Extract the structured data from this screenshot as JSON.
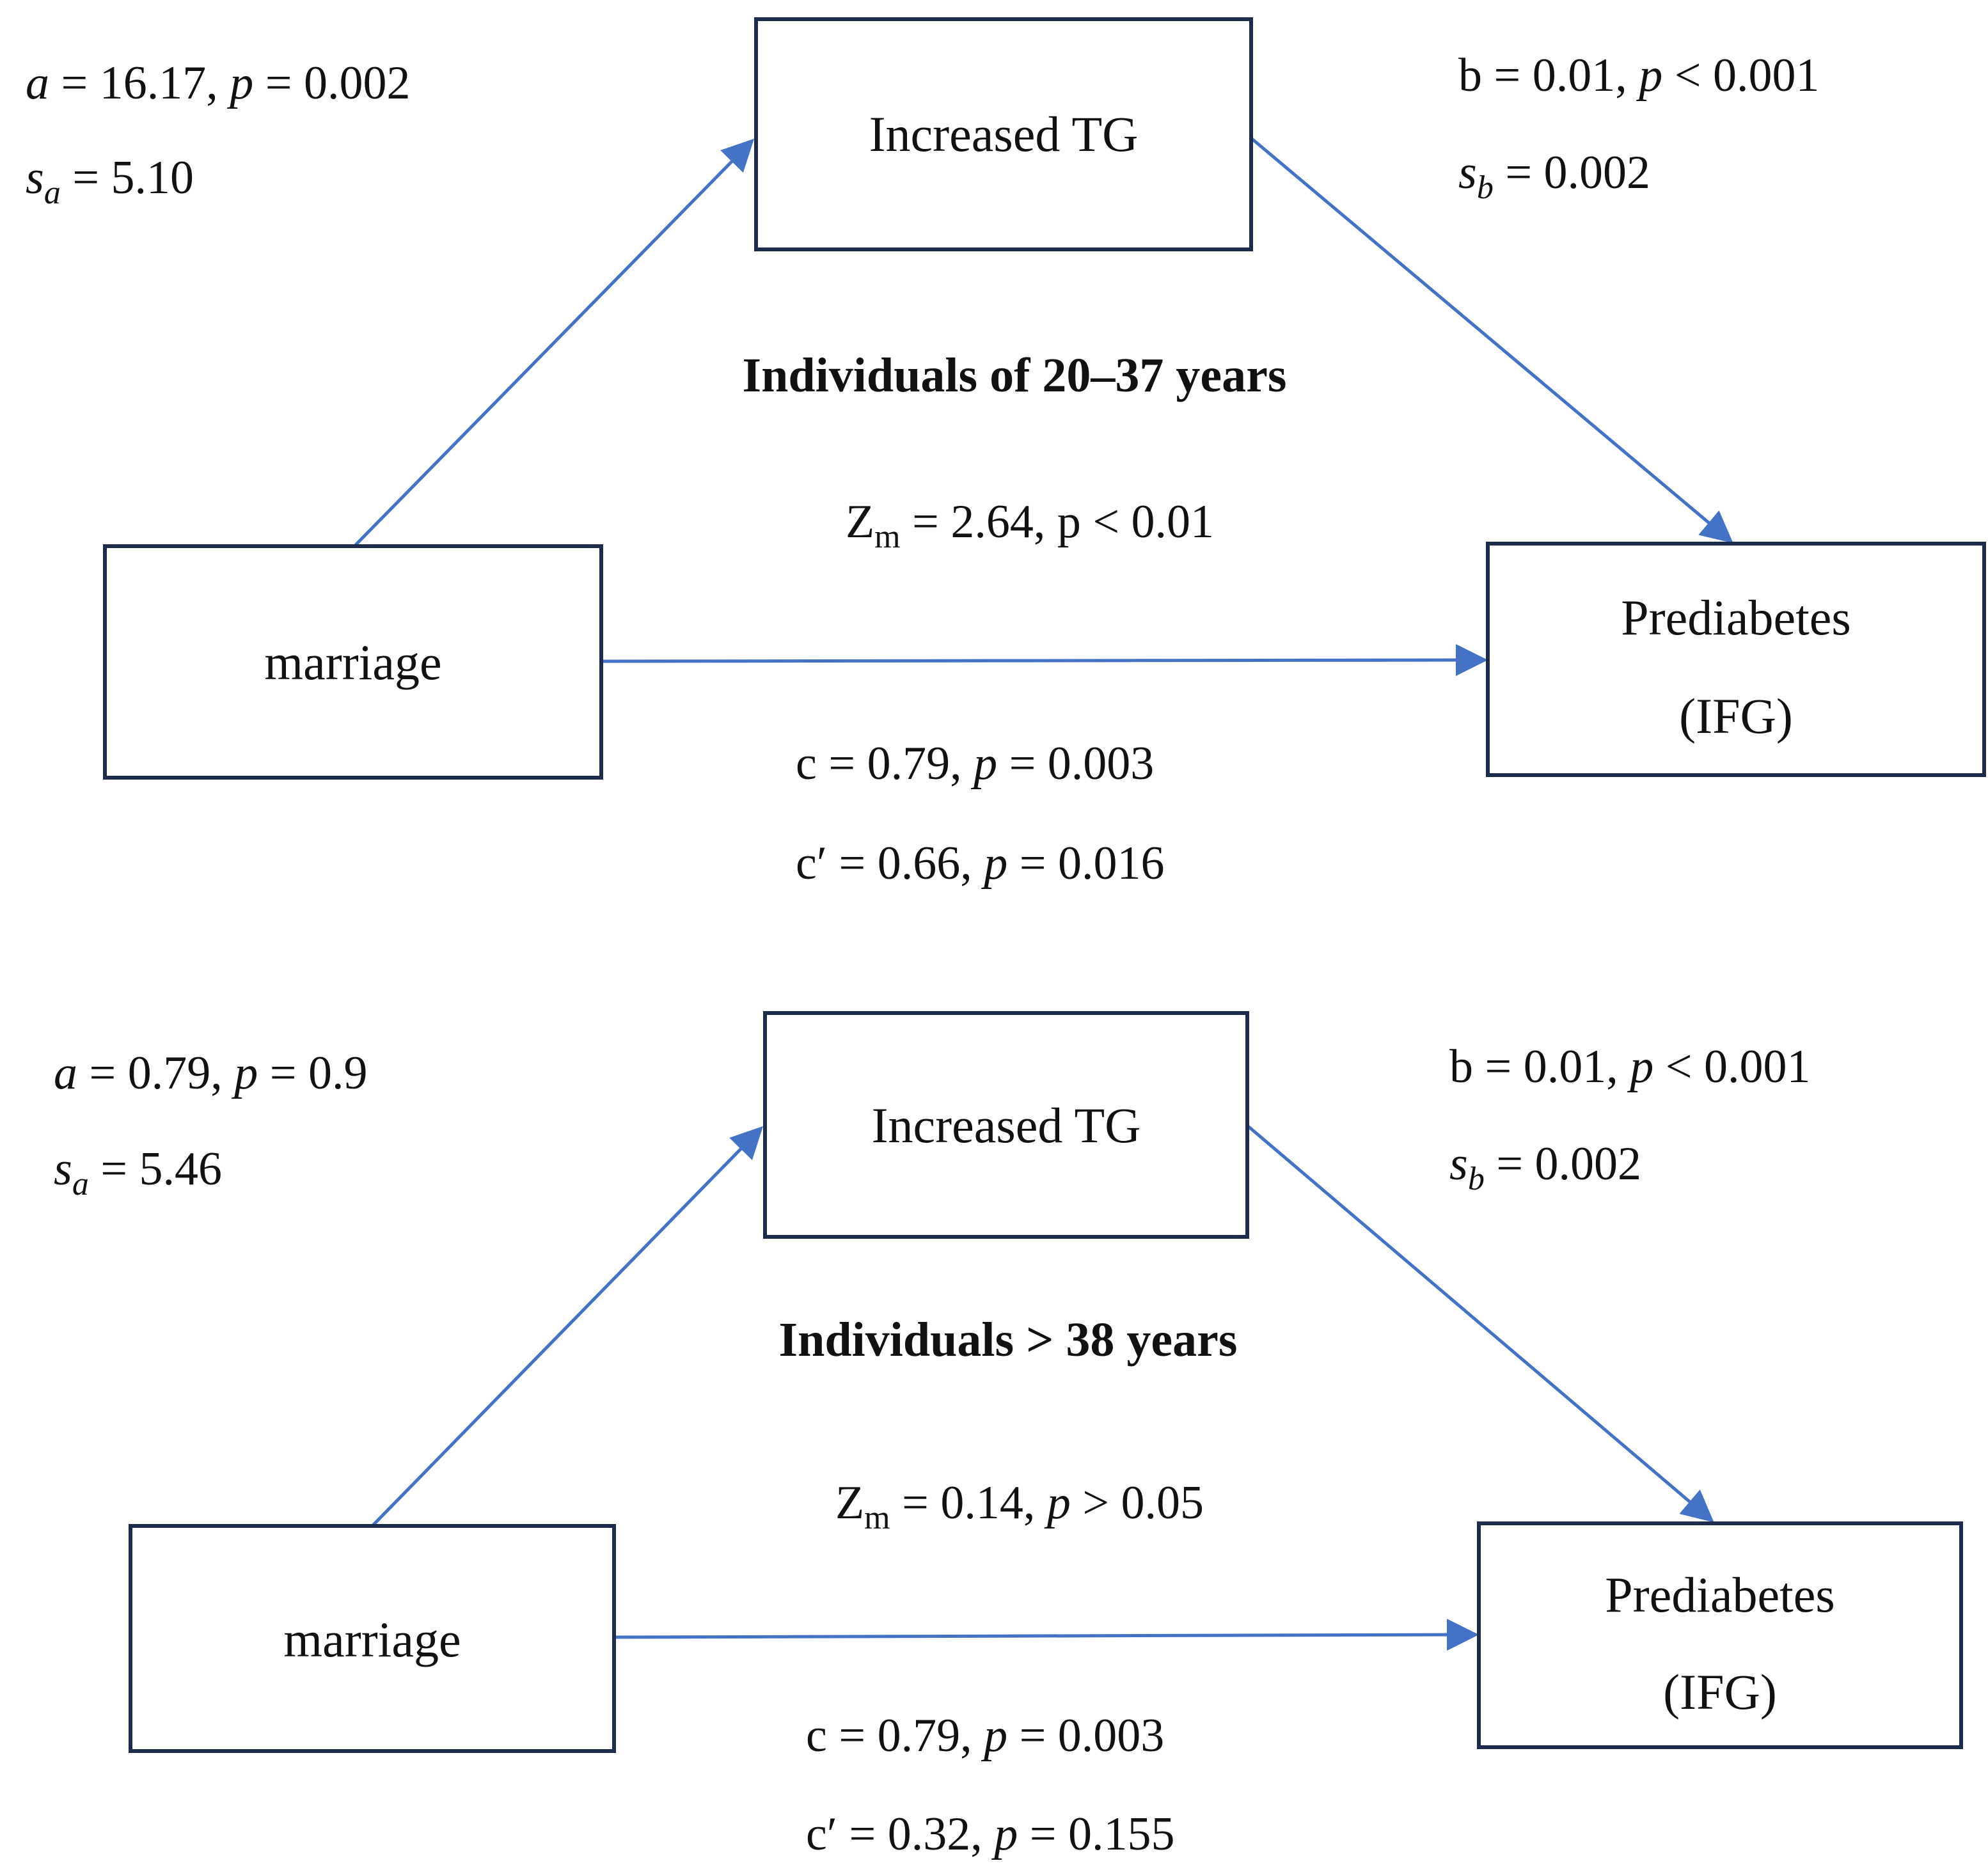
{
  "colors": {
    "arrow": "#4472c4",
    "box_border": "#1d2b4f"
  },
  "diagrams": [
    {
      "title": "Individuals of 20–37 years",
      "mediator": "Increased TG",
      "predictor": "marriage",
      "outcome_line1": "Prediabetes",
      "outcome_line2": "(IFG)",
      "a_line": [
        {
          "t": "a",
          "i": true
        },
        {
          "t": " = 16.17, "
        },
        {
          "t": "p",
          "i": true
        },
        {
          "t": " = 0.002"
        }
      ],
      "sa_line": [
        {
          "t": "s",
          "i": true
        },
        {
          "t": "a",
          "i": true,
          "sub": true
        },
        {
          "t": " = 5.10"
        }
      ],
      "b_line": [
        {
          "t": "b = 0.01, "
        },
        {
          "t": "p",
          "i": true
        },
        {
          "t": " < 0.001"
        }
      ],
      "sb_line": [
        {
          "t": "s",
          "i": true
        },
        {
          "t": "b",
          "i": true,
          "sub": true
        },
        {
          "t": " = 0.002"
        }
      ],
      "zm_line": [
        {
          "t": "Z"
        },
        {
          "t": "m",
          "sub": true
        },
        {
          "t": " = 2.64, p < 0.01"
        }
      ],
      "c_line": [
        {
          "t": "c = 0.79, "
        },
        {
          "t": "p",
          "i": true
        },
        {
          "t": " = 0.003"
        }
      ],
      "cprime_line": [
        {
          "t": "c′ = 0.66, "
        },
        {
          "t": "p",
          "i": true
        },
        {
          "t": " = 0.016"
        }
      ]
    },
    {
      "title": "Individuals > 38 years",
      "mediator": "Increased TG",
      "predictor": "marriage",
      "outcome_line1": "Prediabetes",
      "outcome_line2": "(IFG)",
      "a_line": [
        {
          "t": "a",
          "i": true
        },
        {
          "t": " = 0.79, "
        },
        {
          "t": "p",
          "i": true
        },
        {
          "t": " = 0.9"
        }
      ],
      "sa_line": [
        {
          "t": "s",
          "i": true
        },
        {
          "t": "a",
          "i": true,
          "sub": true
        },
        {
          "t": " = 5.46"
        }
      ],
      "b_line": [
        {
          "t": "b = 0.01, "
        },
        {
          "t": "p",
          "i": true
        },
        {
          "t": " < 0.001"
        }
      ],
      "sb_line": [
        {
          "t": "s",
          "i": true
        },
        {
          "t": "b",
          "i": true,
          "sub": true
        },
        {
          "t": " = 0.002"
        }
      ],
      "zm_line": [
        {
          "t": "Z"
        },
        {
          "t": "m",
          "sub": true
        },
        {
          "t": " = 0.14, "
        },
        {
          "t": "p",
          "i": true
        },
        {
          "t": " > 0.05"
        }
      ],
      "c_line": [
        {
          "t": "c = 0.79, "
        },
        {
          "t": "p",
          "i": true
        },
        {
          "t": " = 0.003"
        }
      ],
      "cprime_line": [
        {
          "t": "c′ = 0.32, "
        },
        {
          "t": "p",
          "i": true
        },
        {
          "t": " = 0.155"
        }
      ]
    }
  ]
}
